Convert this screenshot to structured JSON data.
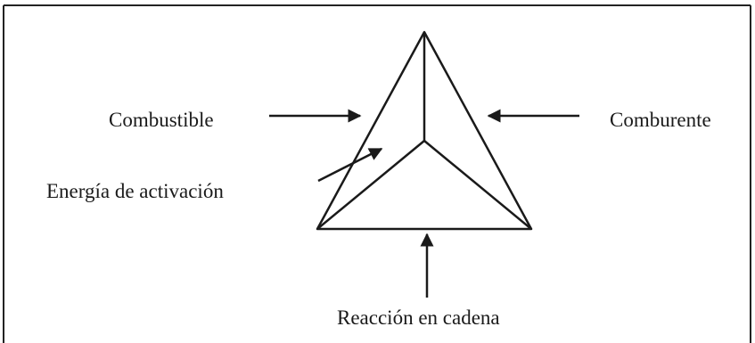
{
  "diagram": {
    "labels": {
      "fuel": "Combustible",
      "oxidizer": "Comburente",
      "activation_energy": "Energía de activación",
      "chain_reaction": "Reacción en cadena"
    },
    "colors": {
      "ink": "#1a1a1a",
      "frame": "#222222",
      "background": "#ffffff"
    }
  }
}
